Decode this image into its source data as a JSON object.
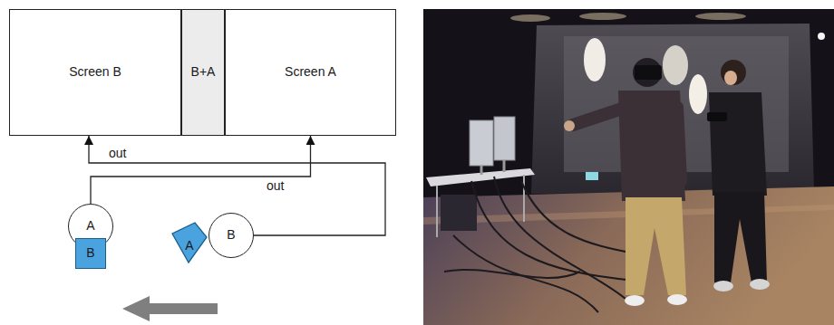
{
  "diagram": {
    "nodes": [
      {
        "text": [
          "Screen B"
        ]
      },
      {
        "text": [
          "B+A"
        ]
      },
      {
        "text": [
          "Screen A"
        ]
      },
      {
        "text": [
          "A"
        ]
      },
      {
        "text": [
          "B"
        ]
      },
      {
        "text": [
          "A"
        ]
      },
      {
        "text": [
          "B"
        ]
      }
    ],
    "edges": [
      {
        "from": 3,
        "to": 2,
        "arrow": "to",
        "label": "out"
      },
      {
        "from": 6,
        "to": 0,
        "arrow": "to",
        "label": "out"
      }
    ]
  }
}
